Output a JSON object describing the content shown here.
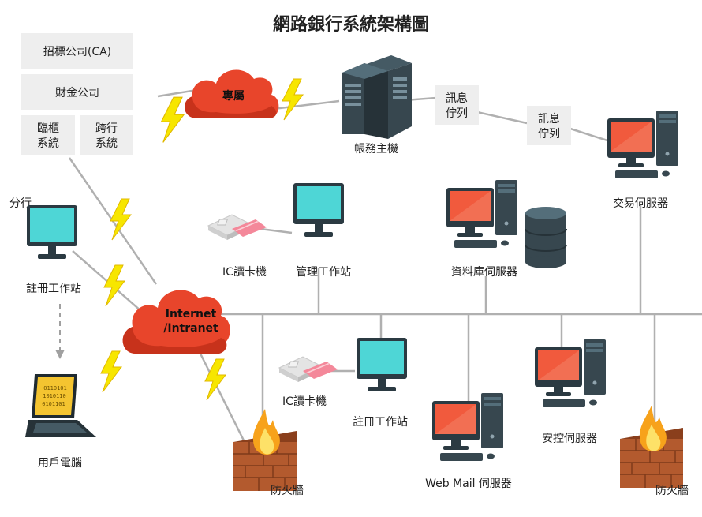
{
  "title": "網路銀行系統架構圖",
  "external_boxes": {
    "ca": "招標公司(CA)",
    "finance": "財金公司",
    "cross_bank_line1": "臨櫃",
    "cross_bank_line2": "系統",
    "inter_bank_line1": "跨行",
    "inter_bank_line2": "系統"
  },
  "clouds": {
    "leased": "專屬",
    "internet_line1": "Internet",
    "internet_line2": "/Intranet"
  },
  "queues": {
    "q1_line1": "訊息",
    "q1_line2": "佇列",
    "q2_line1": "訊息",
    "q2_line2": "佇列"
  },
  "labels": {
    "accounting_host": "帳務主機",
    "transaction_server": "交易伺服器",
    "branch": "分行",
    "registration_ws_top": "註冊工作站",
    "ic_reader_top": "IC讀卡機",
    "management_ws": "管理工作站",
    "database_server": "資料庫伺服器",
    "user_pc": "用戶電腦",
    "ic_reader_bottom": "IC讀卡機",
    "registration_ws_bottom": "註冊工作站",
    "firewall_left": "防火牆",
    "webmail_server": "Web Mail 伺服器",
    "security_server": "安控伺服器",
    "firewall_right": "防火牆"
  },
  "colors": {
    "cloud": "#e8452b",
    "lightning": "#f7e600",
    "monitor_screen": "#4ed6d6",
    "server_screen": "#f15a3d",
    "server_case": "#37474f",
    "laptop_screen": "#f4c430",
    "firewall_brick": "#b35a2e",
    "flame": "#f7a21b",
    "network_line": "#b0b0b0",
    "box_fill": "#eeeeee"
  }
}
